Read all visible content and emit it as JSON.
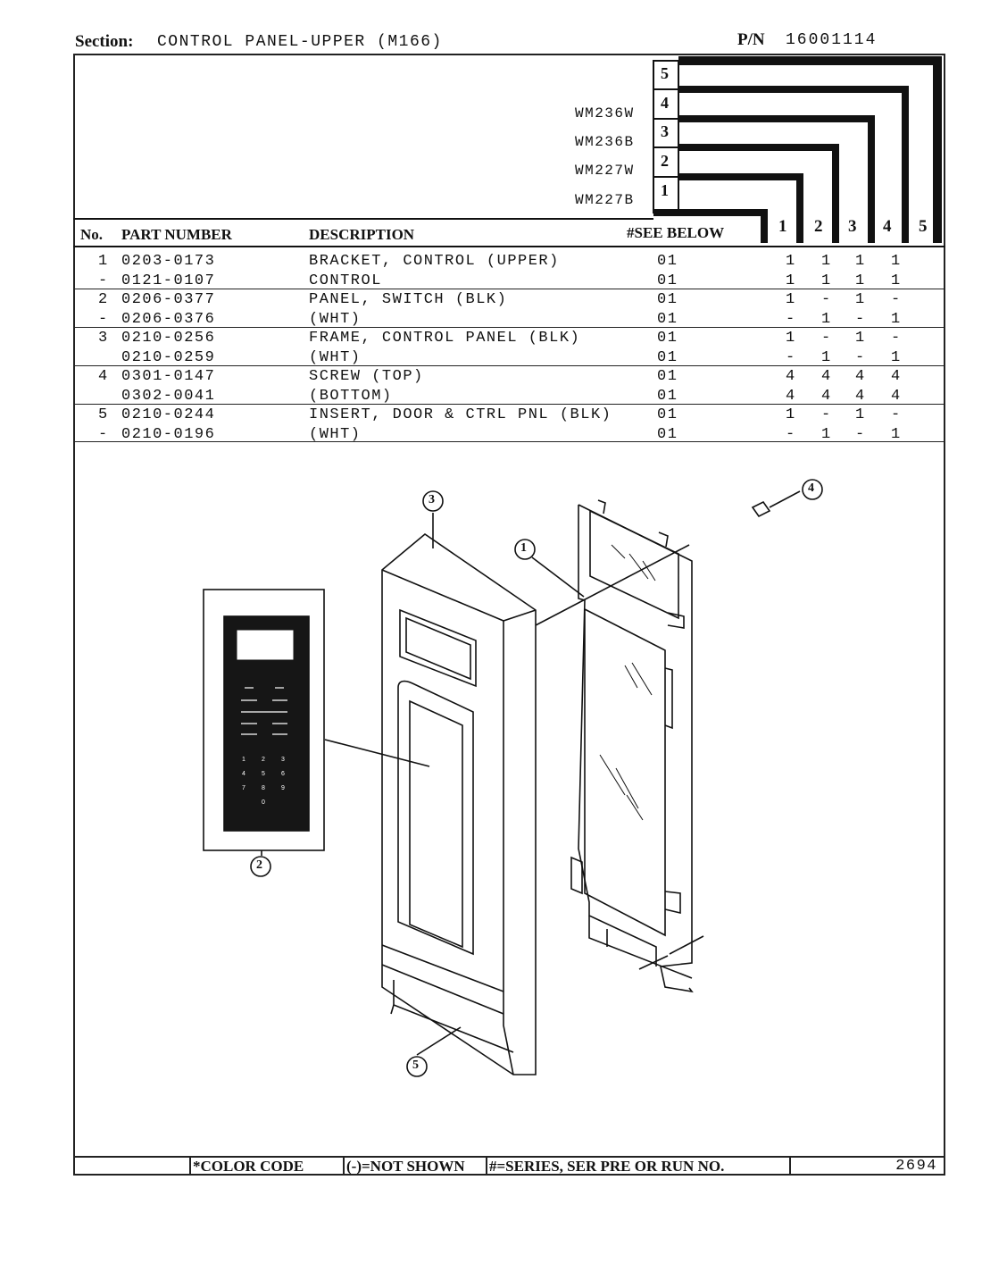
{
  "header": {
    "section_label": "Section:",
    "section_title": "CONTROL PANEL-UPPER (M166)",
    "pn_label": "P/N",
    "pn_value": "16001114"
  },
  "models": [
    {
      "code": "WM236W",
      "col": "4"
    },
    {
      "code": "WM236B",
      "col": "3"
    },
    {
      "code": "WM227W",
      "col": "2"
    },
    {
      "code": "WM227B",
      "col": "1"
    }
  ],
  "step_numbers": [
    "5",
    "4",
    "3",
    "2",
    "1"
  ],
  "columns": {
    "no": "No.",
    "part_number": "PART NUMBER",
    "description": "DESCRIPTION",
    "see_below": "#SEE BELOW",
    "qty_cols": [
      "1",
      "2",
      "3",
      "4",
      "5"
    ]
  },
  "parts": [
    {
      "no": "1",
      "pn": "0203-0173",
      "desc": "BRACKET, CONTROL (UPPER)",
      "see": "01",
      "q": [
        "1",
        "1",
        "1",
        "1"
      ]
    },
    {
      "no": "-",
      "pn": "0121-0107",
      "desc": "CONTROL",
      "see": "01",
      "q": [
        "1",
        "1",
        "1",
        "1"
      ]
    },
    {
      "no": "2",
      "pn": "0206-0377",
      "desc": "PANEL, SWITCH (BLK)",
      "see": "01",
      "q": [
        "1",
        "-",
        "1",
        "-"
      ]
    },
    {
      "no": "-",
      "pn": "0206-0376",
      "desc": "(WHT)",
      "see": "01",
      "q": [
        "-",
        "1",
        "-",
        "1"
      ]
    },
    {
      "no": "3",
      "pn": "0210-0256",
      "desc": "FRAME, CONTROL PANEL (BLK)",
      "see": "01",
      "q": [
        "1",
        "-",
        "1",
        "-"
      ]
    },
    {
      "no": "",
      "pn": "0210-0259",
      "desc": "(WHT)",
      "see": "01",
      "q": [
        "-",
        "1",
        "-",
        "1"
      ]
    },
    {
      "no": "4",
      "pn": "0301-0147",
      "desc": "SCREW (TOP)",
      "see": "01",
      "q": [
        "4",
        "4",
        "4",
        "4"
      ]
    },
    {
      "no": "",
      "pn": "0302-0041",
      "desc": "(BOTTOM)",
      "see": "01",
      "q": [
        "4",
        "4",
        "4",
        "4"
      ]
    },
    {
      "no": "5",
      "pn": "0210-0244",
      "desc": "INSERT, DOOR & CTRL PNL (BLK)",
      "see": "01",
      "q": [
        "1",
        "-",
        "1",
        "-"
      ]
    },
    {
      "no": "-",
      "pn": "0210-0196",
      "desc": "(WHT)",
      "see": "01",
      "q": [
        "-",
        "1",
        "-",
        "1"
      ]
    }
  ],
  "callouts": [
    "1",
    "2",
    "3",
    "4",
    "5"
  ],
  "keypad": {
    "digits": [
      "1",
      "2",
      "3",
      "4",
      "5",
      "6",
      "7",
      "8",
      "9",
      "0"
    ]
  },
  "footer": {
    "color_code": "*COLOR CODE",
    "not_shown": "(-)=NOT SHOWN",
    "series": "#=SERIES, SER PRE OR RUN NO.",
    "page": "2694"
  }
}
